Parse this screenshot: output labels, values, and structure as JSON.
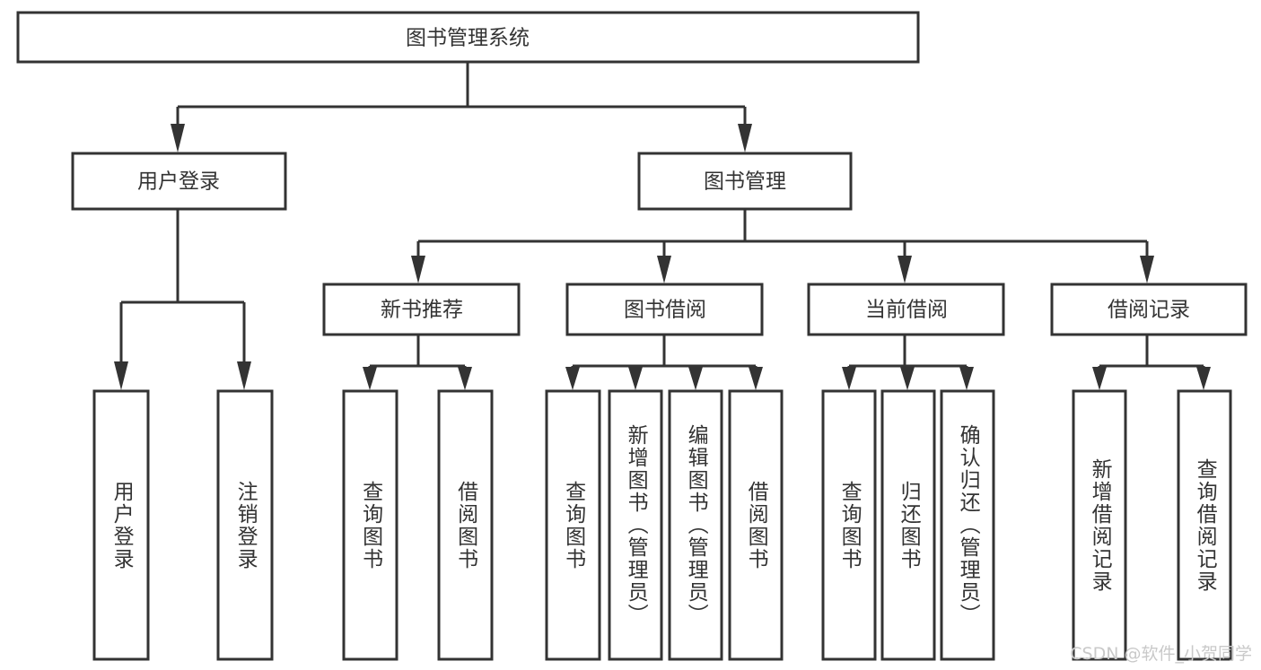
{
  "diagram": {
    "type": "tree",
    "title": "图书管理系统",
    "watermark": "CSDN @软件_小贺同学",
    "colors": {
      "stroke": "#333333",
      "fill": "#ffffff",
      "text": "#333333",
      "watermark": "#c9c9c9"
    },
    "root": {
      "id": "root",
      "label": "图书管理系统"
    },
    "level2": [
      {
        "id": "user-login",
        "label": "用户登录"
      },
      {
        "id": "book-manage",
        "label": "图书管理"
      }
    ],
    "level3": [
      {
        "id": "new-book-recommend",
        "label": "新书推荐",
        "parent": "book-manage"
      },
      {
        "id": "book-borrow",
        "label": "图书借阅",
        "parent": "book-manage"
      },
      {
        "id": "current-borrow",
        "label": "当前借阅",
        "parent": "book-manage"
      },
      {
        "id": "borrow-record",
        "label": "借阅记录",
        "parent": "book-manage"
      }
    ],
    "leaves": [
      {
        "id": "leaf-user-login",
        "label": "用户登录",
        "parent": "user-login"
      },
      {
        "id": "leaf-logout",
        "label": "注销登录",
        "parent": "user-login"
      },
      {
        "id": "leaf-query-book-1",
        "label": "查询图书",
        "parent": "new-book-recommend"
      },
      {
        "id": "leaf-borrow-book-1",
        "label": "借阅图书",
        "parent": "new-book-recommend"
      },
      {
        "id": "leaf-query-book-2",
        "label": "查询图书",
        "parent": "book-borrow"
      },
      {
        "id": "leaf-add-book",
        "label": "新增图书（管理员）",
        "parent": "book-borrow"
      },
      {
        "id": "leaf-edit-book",
        "label": "编辑图书（管理员）",
        "parent": "book-borrow"
      },
      {
        "id": "leaf-borrow-book-2",
        "label": "借阅图书",
        "parent": "book-borrow"
      },
      {
        "id": "leaf-query-book-3",
        "label": "查询图书",
        "parent": "current-borrow"
      },
      {
        "id": "leaf-return-book",
        "label": "归还图书",
        "parent": "current-borrow"
      },
      {
        "id": "leaf-confirm-return",
        "label": "确认归还（管理员）",
        "parent": "current-borrow"
      },
      {
        "id": "leaf-add-record",
        "label": "新增借阅记录",
        "parent": "borrow-record"
      },
      {
        "id": "leaf-query-record",
        "label": "查询借阅记录",
        "parent": "borrow-record"
      }
    ]
  }
}
